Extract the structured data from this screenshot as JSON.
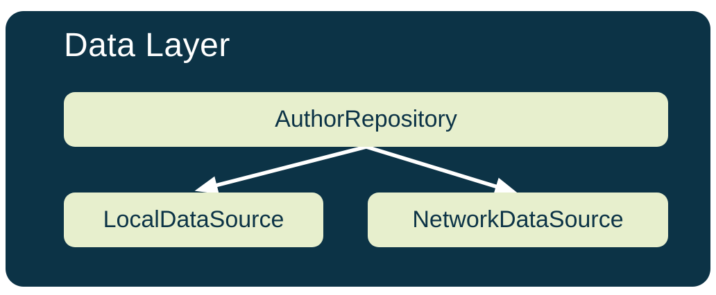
{
  "diagram": {
    "title": "Data Layer",
    "nodes": [
      {
        "id": "author-repository",
        "label": "AuthorRepository"
      },
      {
        "id": "local-data-source",
        "label": "LocalDataSource"
      },
      {
        "id": "network-data-source",
        "label": "NetworkDataSource"
      }
    ],
    "edges": [
      {
        "from": "AuthorRepository",
        "to": "LocalDataSource"
      },
      {
        "from": "AuthorRepository",
        "to": "NetworkDataSource"
      }
    ],
    "colors": {
      "page_bg": "#ffffff",
      "container_bg": "#0c3346",
      "node_bg": "#e7efcd",
      "node_text": "#0c3346",
      "title_text": "#ffffff",
      "arrow": "#ffffff"
    }
  }
}
